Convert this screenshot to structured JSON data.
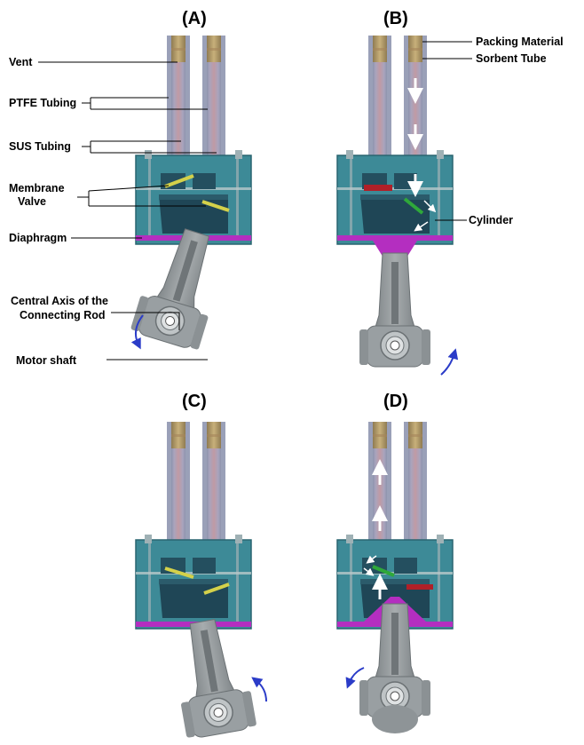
{
  "panels": [
    {
      "id": "A",
      "title": "(A)"
    },
    {
      "id": "B",
      "title": "(B)"
    },
    {
      "id": "C",
      "title": "(C)"
    },
    {
      "id": "D",
      "title": "(D)"
    }
  ],
  "labels": {
    "vent": "Vent",
    "ptfe_tubing": "PTFE Tubing",
    "sus_tubing": "SUS Tubing",
    "membrane_valve_1": "Membrane",
    "membrane_valve_2": "Valve",
    "diaphragm": "Diaphragm",
    "central_axis_1": "Central Axis of the",
    "central_axis_2": "Connecting Rod",
    "motor_shaft": "Motor shaft",
    "packing_material": "Packing Material",
    "sorbent_tube": "Sorbent Tube",
    "cylinder": "Cylinder"
  },
  "colors": {
    "housing": "#3d8a97",
    "chamber": "#244f5f",
    "tube_pink": "#b98c99",
    "tube_gray": "#9aa0b8",
    "packing_tan": "#b09a6b",
    "diaphragm": "#b42ec0",
    "valve_closed": "#d4d14a",
    "valve_open": "#2fa83a",
    "valve_seal_red": "#b02028",
    "rod_gray": "#8e9497",
    "rotation_arrow": "#2b3cc8"
  }
}
